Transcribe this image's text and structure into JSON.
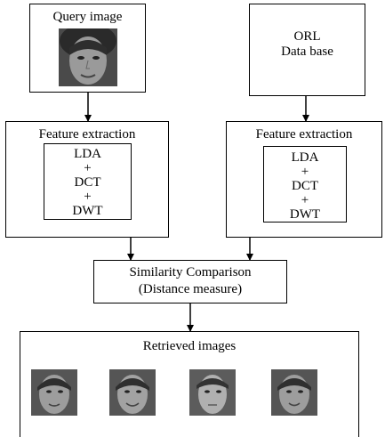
{
  "query_box": {
    "label": "Query image"
  },
  "db_box": {
    "line1": "ORL",
    "line2": "Data base"
  },
  "feature_left": {
    "title": "Feature extraction",
    "items": [
      "LDA",
      "+",
      "DCT",
      "+",
      "DWT"
    ]
  },
  "feature_right": {
    "title": "Feature extraction",
    "items": [
      "LDA",
      "+",
      "DCT",
      "+",
      "DWT"
    ]
  },
  "similarity": {
    "line1": "Similarity Comparison",
    "line2": "(Distance measure)"
  },
  "retrieved": {
    "title": "Retrieved images",
    "count": 4
  },
  "colors": {
    "line": "#000000",
    "background": "#ffffff",
    "face_tone": "#8a8a8a"
  }
}
